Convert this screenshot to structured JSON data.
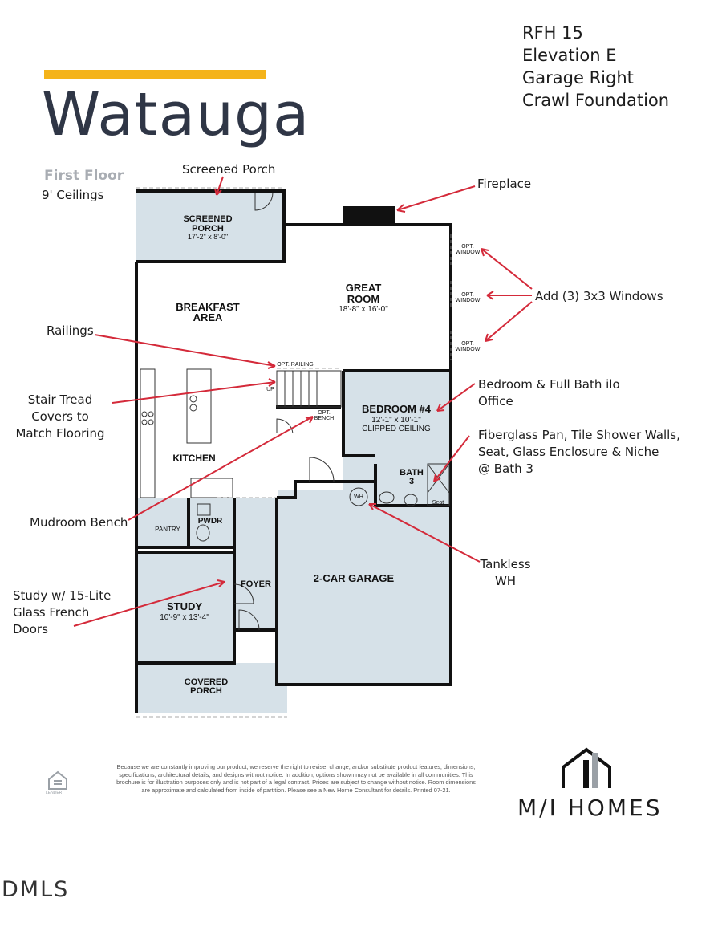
{
  "header": {
    "plan_name": "Watauga",
    "floor_label": "First Floor",
    "ceilings": "9' Ceilings",
    "accent_color": "#f4b31a",
    "info_lines": [
      "RFH 15",
      "Elevation E",
      "Garage Right",
      "Crawl Foundation"
    ]
  },
  "rooms": {
    "screened_porch": {
      "name": "SCREENED\nPORCH",
      "dims": "17'-2\" x 8'-0\""
    },
    "great_room": {
      "name": "GREAT\nROOM",
      "dims": "18'-8\" x 16'-0\""
    },
    "breakfast": {
      "name": "BREAKFAST\nAREA"
    },
    "bedroom4": {
      "name": "BEDROOM #4",
      "dims": "12'-1\" x 10'-1\"",
      "note": "CLIPPED CEILING"
    },
    "kitchen": {
      "name": "KITCHEN"
    },
    "bath3": {
      "name": "BATH\n3"
    },
    "pantry": {
      "name": "PANTRY"
    },
    "powder": {
      "name": "PWDR"
    },
    "foyer": {
      "name": "FOYER"
    },
    "garage": {
      "name": "2-CAR GARAGE"
    },
    "study": {
      "name": "STUDY",
      "dims": "10'-9\" x 13'-4\""
    },
    "covered_porch": {
      "name": "COVERED\nPORCH"
    }
  },
  "plan_labels": {
    "opt_window": "OPT.\nWINDOW",
    "opt_railing": "OPT. RAILING",
    "up": "UP",
    "opt_bench": "OPT.\nBENCH",
    "water_heater": "WH",
    "seat": "Seat"
  },
  "annotations": {
    "screened_porch": "Screened Porch",
    "fireplace": "Fireplace",
    "windows": "Add (3) 3x3 Windows",
    "railings": "Railings",
    "stair_tread": "Stair Tread\nCovers to\nMatch Flooring",
    "bedroom_bath": "Bedroom & Full Bath ilo\nOffice",
    "fiberglass": "Fiberglass Pan, Tile Shower Walls,\nSeat, Glass Enclosure & Niche\n@ Bath 3",
    "mudroom": "Mudroom Bench",
    "tankless": "Tankless\nWH",
    "study_doors": "Study w/ 15-Lite\nGlass French\nDoors"
  },
  "footer": {
    "disclaimer": "Because we are constantly improving our product, we reserve the right to revise, change, and/or substitute product features, dimensions, specifications, architectural details, and designs without notice. In addition, options shown may not be available in all communities. This brochure is for illustration purposes only and is not part of a legal contract. Prices are subject to change without notice. Room dimensions are approximate and calculated from inside of partition. Please see a New Home Consultant for details. Printed 07-21.",
    "equal_housing": "LENDER",
    "brand": "M/I HOMES",
    "mls": "DMLS"
  },
  "colors": {
    "room_fill": "#d6e1e8",
    "wall": "#111111",
    "annotation": "#d42a3a"
  }
}
